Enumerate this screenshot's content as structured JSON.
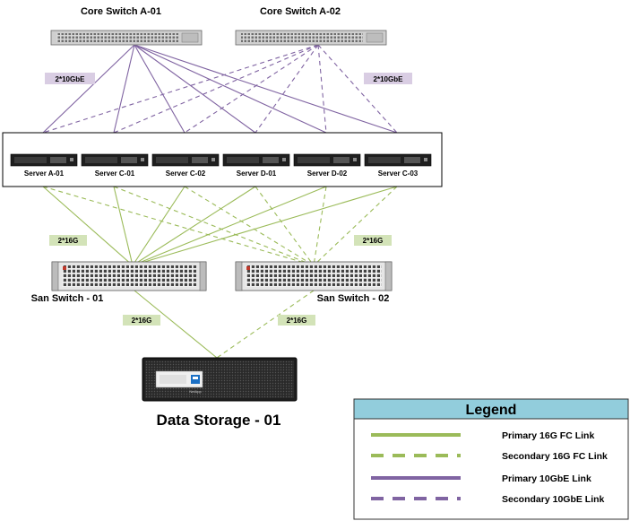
{
  "core_switches": [
    {
      "name": "Core Switch A-01"
    },
    {
      "name": "Core Switch A-02"
    }
  ],
  "core_links": [
    {
      "label": "2*10GbE"
    },
    {
      "label": "2*10GbE"
    }
  ],
  "servers": [
    {
      "name": "Server A-01"
    },
    {
      "name": "Server C-01"
    },
    {
      "name": "Server C-02"
    },
    {
      "name": "Server D-01"
    },
    {
      "name": "Server D-02"
    },
    {
      "name": "Server C-03"
    }
  ],
  "fc_links_upper": [
    {
      "label": "2*16G"
    },
    {
      "label": "2*16G"
    }
  ],
  "san_switches": [
    {
      "name": "San Switch - 01"
    },
    {
      "name": "San Switch - 02"
    }
  ],
  "fc_links_lower": [
    {
      "label": "2*16G"
    },
    {
      "label": "2*16G"
    }
  ],
  "storage": {
    "name": "Data Storage - 01",
    "brand": "NetApp"
  },
  "legend": {
    "title": "Legend",
    "items": [
      {
        "label": "Primary 16G FC Link",
        "color": "#9bbb59",
        "style": "solid"
      },
      {
        "label": "Secondary 16G FC Link",
        "color": "#9bbb59",
        "style": "dashed"
      },
      {
        "label": "Primary 10GbE Link",
        "color": "#8064a2",
        "style": "solid"
      },
      {
        "label": "Secondary 10GbE Link",
        "color": "#8064a2",
        "style": "dashed"
      }
    ]
  },
  "colors": {
    "fc_link": "#9bbb59",
    "ethernet_link": "#8064a2",
    "legend_header": "#92cddc"
  }
}
